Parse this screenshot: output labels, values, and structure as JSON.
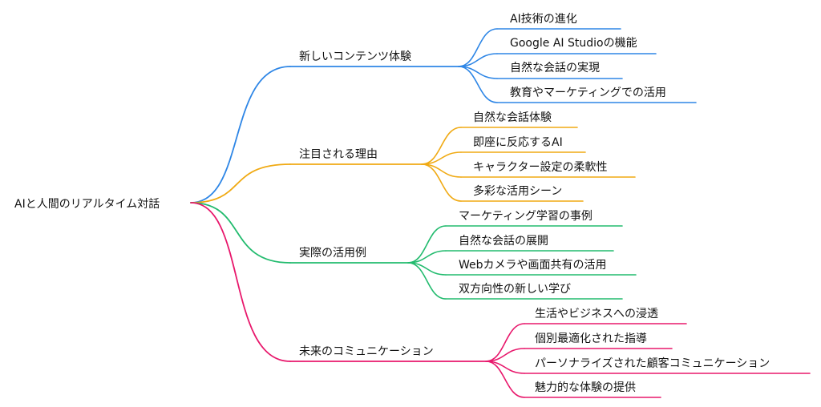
{
  "root": {
    "label": "AIと人間のリアルタイム対話"
  },
  "branches": [
    {
      "label": "新しいコンテンツ体験",
      "color": "#2e86e6",
      "children": [
        "AI技術の進化",
        "Google AI Studioの機能",
        "自然な会話の実現",
        "教育やマーケティングでの活用"
      ]
    },
    {
      "label": "注目される理由",
      "color": "#f0aa14",
      "children": [
        "自然な会話体験",
        "即座に反応するAI",
        "キャラクター設定の柔軟性",
        "多彩な活用シーン"
      ]
    },
    {
      "label": "実際の活用例",
      "color": "#22bb6e",
      "children": [
        "マーケティング学習の事例",
        "自然な会話の展開",
        "Webカメラや画面共有の活用",
        "双方向性の新しい学び"
      ]
    },
    {
      "label": "未来のコミュニケーション",
      "color": "#e8186c",
      "children": [
        "生活やビジネスへの浸透",
        "個別最適化された指導",
        "パーソナライズされた顧客コミュニケーション",
        "魅力的な体験の提供"
      ]
    }
  ]
}
